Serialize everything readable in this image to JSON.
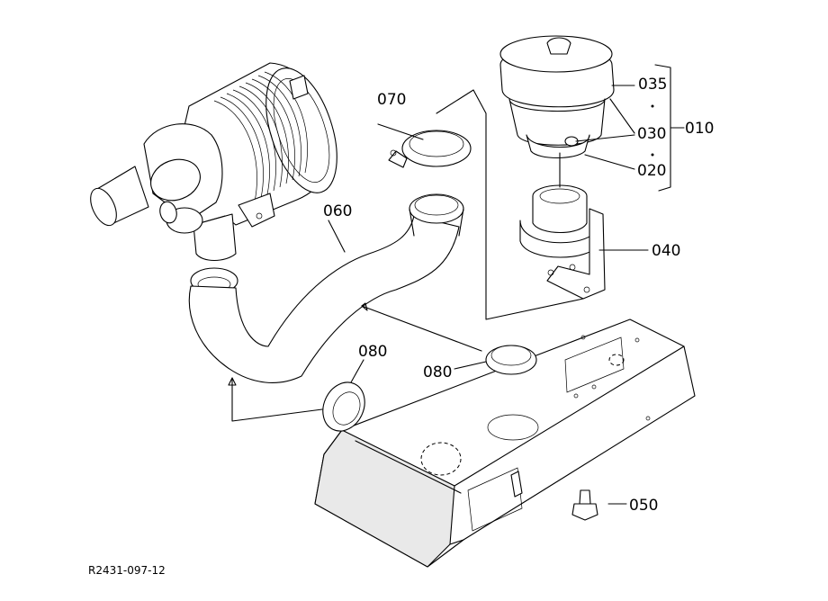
{
  "figure": {
    "reference": "R2431-097-12",
    "callouts": {
      "assembly": "010",
      "element": "020",
      "band": "030",
      "cover": "035",
      "bracket": "040",
      "bolt": "050",
      "hose": "060",
      "clamp": "070",
      "grommet_upper": "080",
      "grommet_lower": "080"
    }
  }
}
